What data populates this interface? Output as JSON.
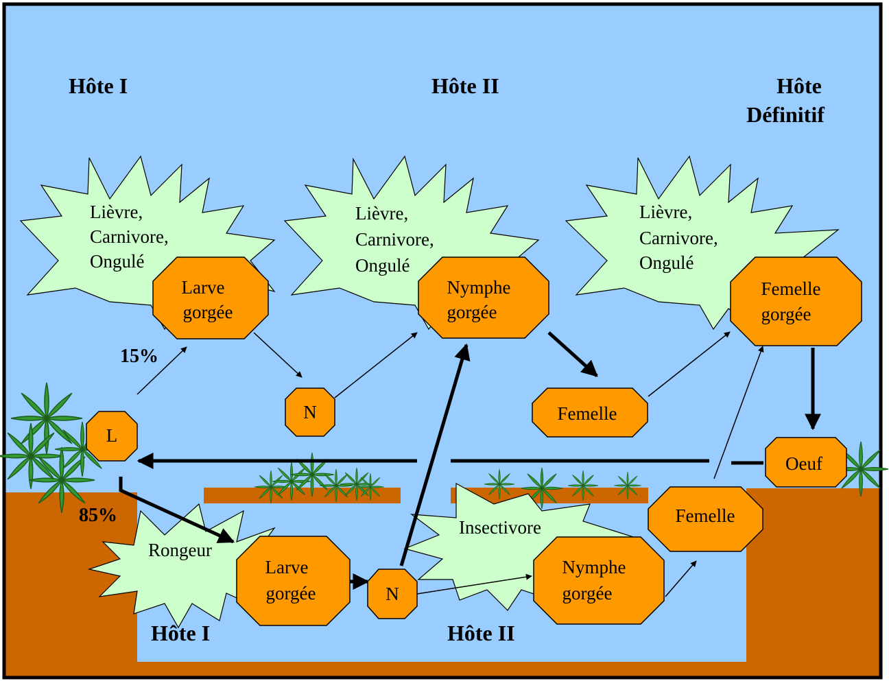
{
  "headers": {
    "top_host1": "Hôte I",
    "top_host2": "Hôte II",
    "top_definitive_line1": "Hôte",
    "top_definitive_line2": "Définitif",
    "bottom_host1": "Hôte I",
    "bottom_host2": "Hôte II"
  },
  "hosts": {
    "burst1": [
      "Lièvre,",
      "Carnivore,",
      "Ongulé"
    ],
    "burst2": [
      "Lièvre,",
      "Carnivore,",
      "Ongulé"
    ],
    "burst3": [
      "Lièvre,",
      "Carnivore,",
      "Ongulé"
    ],
    "rongeur": "Rongeur",
    "insectivore": "Insectivore"
  },
  "stages": {
    "larve_top": [
      "Larve",
      "gorgée"
    ],
    "nymphe_top": [
      "Nymphe",
      "gorgée"
    ],
    "femelle_gorgee": [
      "Femelle",
      "gorgée"
    ],
    "n_top": "N",
    "femelle_mid": "Femelle",
    "l": "L",
    "oeuf": "Oeuf",
    "larve_bottom": [
      "Larve",
      "gorgée"
    ],
    "n_bottom": "N",
    "nymphe_bottom": [
      "Nymphe",
      "gorgée"
    ],
    "femelle_right": "Femelle"
  },
  "percentages": {
    "upper": "15%",
    "lower": "85%"
  },
  "colors": {
    "sky": "#99CCFF",
    "ground": "#CC6600",
    "stage_fill": "#FF9900",
    "burst_fill": "#CCFFCC",
    "plant": "#339933"
  }
}
